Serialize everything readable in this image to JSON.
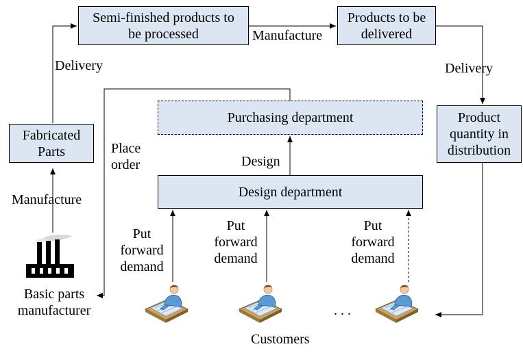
{
  "boxes": {
    "semi": "Semi-finished products to be processed",
    "deliver": "Products to be delivered",
    "fabricated": "Fabricated Parts",
    "purchasing": "Purchasing department",
    "design_dept": "Design department",
    "distribution": "Product quantity in distribution"
  },
  "labels": {
    "manufacture_top": "Manufacture",
    "delivery_left": "Delivery",
    "delivery_right": "Delivery",
    "place_order": "Place order",
    "design": "Design",
    "manufacture_left": "Manufacture",
    "demand_1": "Put forward demand",
    "demand_2": "Put forward demand",
    "demand_3": "Put forward demand",
    "basic_parts": "Basic parts manufacturer",
    "ellipsis": ". . .",
    "customers": "Customers"
  },
  "icons": {
    "factory": "factory-icon",
    "customer": "customer-at-desk-icon"
  },
  "colors": {
    "box_fill": "#dce6f2",
    "factory": "#000000",
    "customer_blue": "#5b9bd5"
  }
}
